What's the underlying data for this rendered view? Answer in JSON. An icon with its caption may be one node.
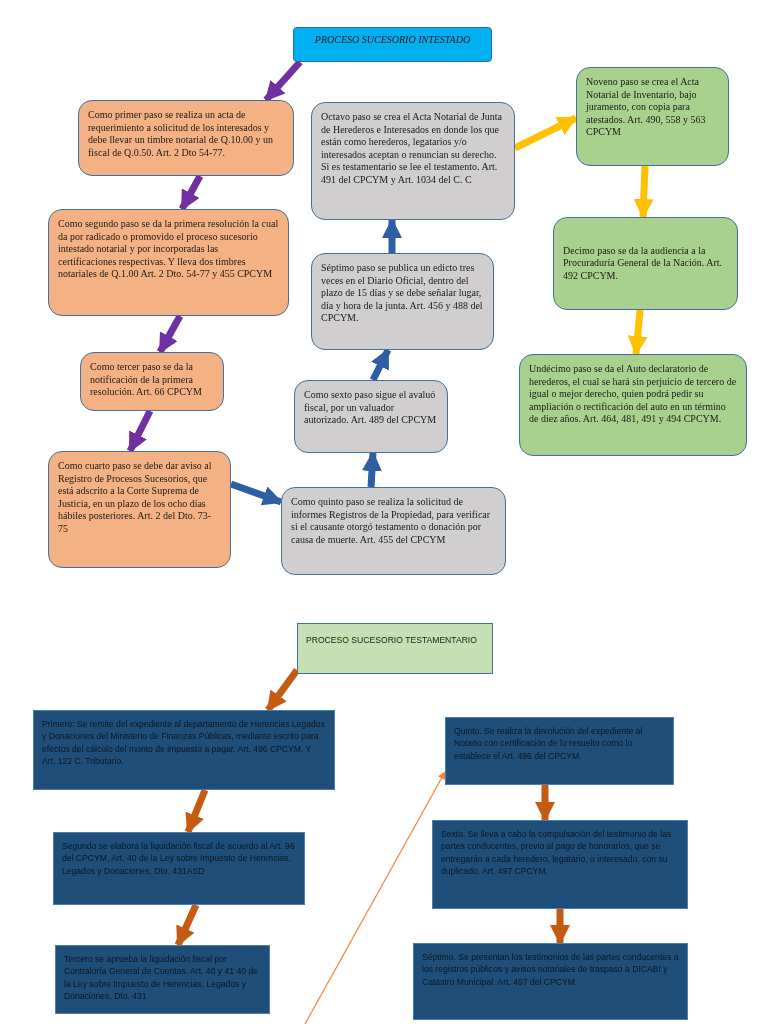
{
  "diagram": {
    "nodes": [
      {
        "text": [
          "PROCESO SUCESORIO INTESTADO"
        ]
      },
      {
        "text": [
          "Como primer paso se realiza un acta de requerimiento a solicitud de los interesados y debe llevar un timbre notarial de Q.10.00 y un fiscal de Q.0.50.  Art. 2 Dto 54-77."
        ]
      },
      {
        "text": [
          "Como segundo paso se da la primera resolución la cual da por radicado o promovido el proceso sucesorio intestado notarial y por incorporadas las certificaciones respectivas. Y lleva dos timbres notariales de Q.1.00 Art. 2 Dto. 54-77 y 455 CPCYM"
        ]
      },
      {
        "text": [
          "Como tercer paso se da la notificación de la primera resolución. Art. 66 CPCYM"
        ]
      },
      {
        "text": [
          "Como cuarto paso se debe dar aviso al Registro de Procesos Sucesorios, que está adscrito a la Corte Suprema de Justicia, en un plazo de los ocho días hábiles posteriores. Art. 2 del Dto. 73-75"
        ]
      },
      {
        "text": [
          "Como quinto paso se realiza la solicitud de informes Registros de la Propiedad, para verificar si el causante otorgó testamento o donación por causa de muerte. Art. 455 del CPCYM"
        ]
      },
      {
        "text": [
          "Como sexto paso sigue el avaluó fiscal, por un valuador autorizado. Art. 489 del CPCYM"
        ]
      },
      {
        "text": [
          "Séptimo paso se publica un edicto tres veces en el Diario Oficial, dentro del plazo de 15 días y se debe señalar lugar, día y hora de la junta. Art. 456 y 488 del CPCYM."
        ]
      },
      {
        "text": [
          "Octavo paso se crea el Acta Notarial de Junta de Herederos e Interesados en donde los que están como herederos, legatarios y/o interesados aceptan o renuncian su derecho. Si es testamentario se lee el testamento. Art. 491 del CPCYM y Art. 1034 del C. C"
        ]
      },
      {
        "text": [
          "Noveno paso se crea el Acta Notarial de Inventario, bajo juramento, con copia para atestados. Art. 490, 558 y 563 CPCYM"
        ]
      },
      {
        "text": [
          "Decimo paso se da la audiencia a la Procuraduría General de la Nación. Art. 492 CPCYM."
        ]
      },
      {
        "text": [
          "Undécimo paso se da el Auto declaratorio de herederos, el cual se hará sin perjuicio de tercero de igual o mejor derecho, quien podrá pedir su ampliación o rectificación del auto en un término de diez años. Art. 464, 481, 491 y 494 CPCYM."
        ]
      },
      {
        "text": [
          "PROCESO SUCESORIO TESTAMENTARIO"
        ]
      },
      {
        "text": [
          "Primero: Se remite del expediente al departamento de Herencias Legados y Donaciones del Ministerio de Finanzas Públicas, mediante escrito para efectos del cálculo del monto de impuesto a pagar. Art. 496 CPCYM. Y Art. 122 C. Tributario."
        ]
      },
      {
        "text": [
          "Segundo se elabora la liquidación fiscal de acuerdo al Art. 96 del CPCYM, Art. 40 de la Ley sobre Impuesto de Herencias, Legados y Donaciones, Dto. 431ASD"
        ]
      },
      {
        "text": [
          "Tercero se aprueba la liquidación fiscal por Contraloría General de Cuentas. Art. 40 y 41 40 de la Ley sobre Impuesto de Herencias, Legados y Donaciones, Dto. 431"
        ]
      },
      {
        "text": [
          "Quinto. Se realiza la devolución del expediente al Notario con certificación de lo resuelto como lo establece el Art. 496 del CPCYM."
        ]
      },
      {
        "text": [
          "Sexto. Se lleva a cabo la compulsación del testimonio de las partes conducentes, previo al pago de honorarios, que se entregarán a cada heredero, legatario, o interesado, con su duplicado. Art. 497 CPCYM."
        ]
      },
      {
        "text": [
          "Séptimo. Se presentan los testimonios de las partes conducentes a los registros públicos y avisos notariales de traspaso a DICABI y Catastro Municipal. Art. 497 del CPCYM."
        ]
      }
    ],
    "edges": [
      {
        "from": 0,
        "to": 1,
        "arrow": "to",
        "color": "#7030a0"
      },
      {
        "from": 1,
        "to": 2,
        "arrow": "to",
        "color": "#7030a0"
      },
      {
        "from": 2,
        "to": 3,
        "arrow": "to",
        "color": "#7030a0"
      },
      {
        "from": 3,
        "to": 4,
        "arrow": "to",
        "color": "#7030a0"
      },
      {
        "from": 4,
        "to": 5,
        "arrow": "to",
        "color": "#2e5fa3"
      },
      {
        "from": 5,
        "to": 6,
        "arrow": "to",
        "color": "#2e5fa3"
      },
      {
        "from": 6,
        "to": 7,
        "arrow": "to",
        "color": "#2e5fa3"
      },
      {
        "from": 7,
        "to": 8,
        "arrow": "to",
        "color": "#2e5fa3"
      },
      {
        "from": 8,
        "to": 9,
        "arrow": "to",
        "color": "#ffc000"
      },
      {
        "from": 9,
        "to": 10,
        "arrow": "to",
        "color": "#ffc000"
      },
      {
        "from": 10,
        "to": 11,
        "arrow": "to",
        "color": "#ffc000"
      },
      {
        "from": 12,
        "to": 13,
        "arrow": "to",
        "color": "#c55a11"
      },
      {
        "from": 13,
        "to": 14,
        "arrow": "to",
        "color": "#c55a11"
      },
      {
        "from": 14,
        "to": 15,
        "arrow": "to",
        "color": "#c55a11"
      },
      {
        "from": 16,
        "to": 17,
        "arrow": "to",
        "color": "#c55a11"
      },
      {
        "from": 17,
        "to": 18,
        "arrow": "to",
        "color": "#c55a11"
      },
      {
        "from": null,
        "to": 16,
        "arrow": "to",
        "color": "#f4813a"
      }
    ]
  }
}
